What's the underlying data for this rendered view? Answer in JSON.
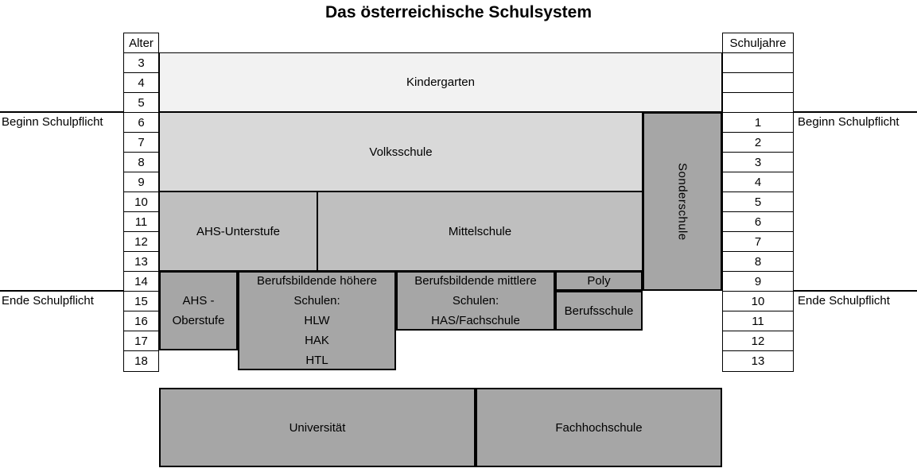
{
  "title": "Das österreichische Schulsystem",
  "colors": {
    "lightest_gray": "#f2f2f2",
    "light_gray": "#d9d9d9",
    "medium_gray": "#bfbfbf",
    "dark_gray": "#a6a6a6",
    "border": "#000000"
  },
  "left_axis": {
    "header": "Alter",
    "values": [
      "3",
      "4",
      "5",
      "6",
      "7",
      "8",
      "9",
      "10",
      "11",
      "12",
      "13",
      "14",
      "15",
      "16",
      "17",
      "18"
    ]
  },
  "right_axis": {
    "header": "Schuljahre",
    "values": [
      "",
      "",
      "",
      "1",
      "2",
      "3",
      "4",
      "5",
      "6",
      "7",
      "8",
      "9",
      "10",
      "11",
      "12",
      "13"
    ]
  },
  "side_labels": {
    "begin_left": "Beginn Schulpflicht",
    "begin_right": "Beginn Schulpflicht",
    "end_left": "Ende Schulpflicht",
    "end_right": "Ende Schulpflicht"
  },
  "boxes": {
    "kindergarten": {
      "label": "Kindergarten",
      "fill": "#f2f2f2"
    },
    "volksschule": {
      "label": "Volksschule",
      "fill": "#d9d9d9"
    },
    "ahs_unterstufe": {
      "label": "AHS-Unterstufe",
      "fill": "#bfbfbf"
    },
    "mittelschule": {
      "label": "Mittelschule",
      "fill": "#bfbfbf"
    },
    "sonderschule": {
      "label": "Sonderschule",
      "fill": "#a6a6a6"
    },
    "ahs_oberstufe": {
      "lines": [
        "AHS -",
        "Oberstufe"
      ],
      "fill": "#a6a6a6"
    },
    "bhs": {
      "lines": [
        "Berufsbildende höhere",
        "Schulen:",
        "HLW",
        "HAK",
        "HTL"
      ],
      "fill": "#a6a6a6"
    },
    "bms": {
      "lines": [
        "Berufsbildende mittlere",
        "Schulen:",
        "HAS/Fachschule"
      ],
      "fill": "#a6a6a6"
    },
    "poly": {
      "label": "Poly",
      "fill": "#a6a6a6"
    },
    "berufsschule": {
      "label": "Berufsschule",
      "fill": "#a6a6a6"
    },
    "universitaet": {
      "label": "Universität",
      "fill": "#a6a6a6"
    },
    "fachhochschule": {
      "label": "Fachhochschule",
      "fill": "#a6a6a6"
    }
  }
}
